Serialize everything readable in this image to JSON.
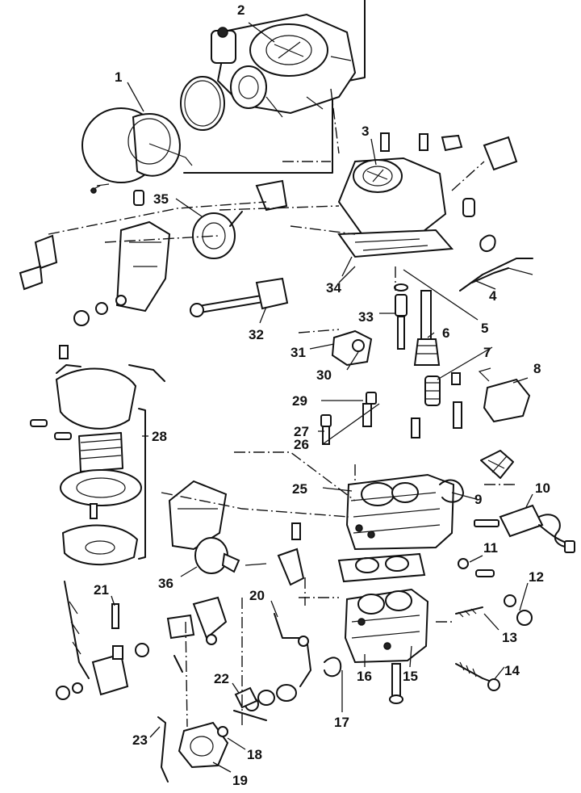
{
  "diagram": {
    "callouts": [
      {
        "id": "1",
        "label": "1"
      },
      {
        "id": "2",
        "label": "2"
      },
      {
        "id": "3",
        "label": "3"
      },
      {
        "id": "4",
        "label": "4"
      },
      {
        "id": "5",
        "label": "5"
      },
      {
        "id": "6",
        "label": "6"
      },
      {
        "id": "7",
        "label": "7"
      },
      {
        "id": "8",
        "label": "8"
      },
      {
        "id": "9",
        "label": "9"
      },
      {
        "id": "10",
        "label": "10"
      },
      {
        "id": "11",
        "label": "11"
      },
      {
        "id": "12",
        "label": "12"
      },
      {
        "id": "13",
        "label": "13"
      },
      {
        "id": "14",
        "label": "14"
      },
      {
        "id": "15",
        "label": "15"
      },
      {
        "id": "16",
        "label": "16"
      },
      {
        "id": "17",
        "label": "17"
      },
      {
        "id": "18",
        "label": "18"
      },
      {
        "id": "19",
        "label": "19"
      },
      {
        "id": "20",
        "label": "20"
      },
      {
        "id": "21",
        "label": "21"
      },
      {
        "id": "22",
        "label": "22"
      },
      {
        "id": "23",
        "label": "23"
      },
      {
        "id": "25",
        "label": "25"
      },
      {
        "id": "26",
        "label": "26"
      },
      {
        "id": "27",
        "label": "27"
      },
      {
        "id": "28",
        "label": "28"
      },
      {
        "id": "29",
        "label": "29"
      },
      {
        "id": "30",
        "label": "30"
      },
      {
        "id": "31",
        "label": "31"
      },
      {
        "id": "32",
        "label": "32"
      },
      {
        "id": "33",
        "label": "33"
      },
      {
        "id": "34",
        "label": "34"
      },
      {
        "id": "35",
        "label": "35"
      },
      {
        "id": "36",
        "label": "36"
      }
    ],
    "colors": {
      "ink": "#111111",
      "paper": "#ffffff"
    }
  }
}
